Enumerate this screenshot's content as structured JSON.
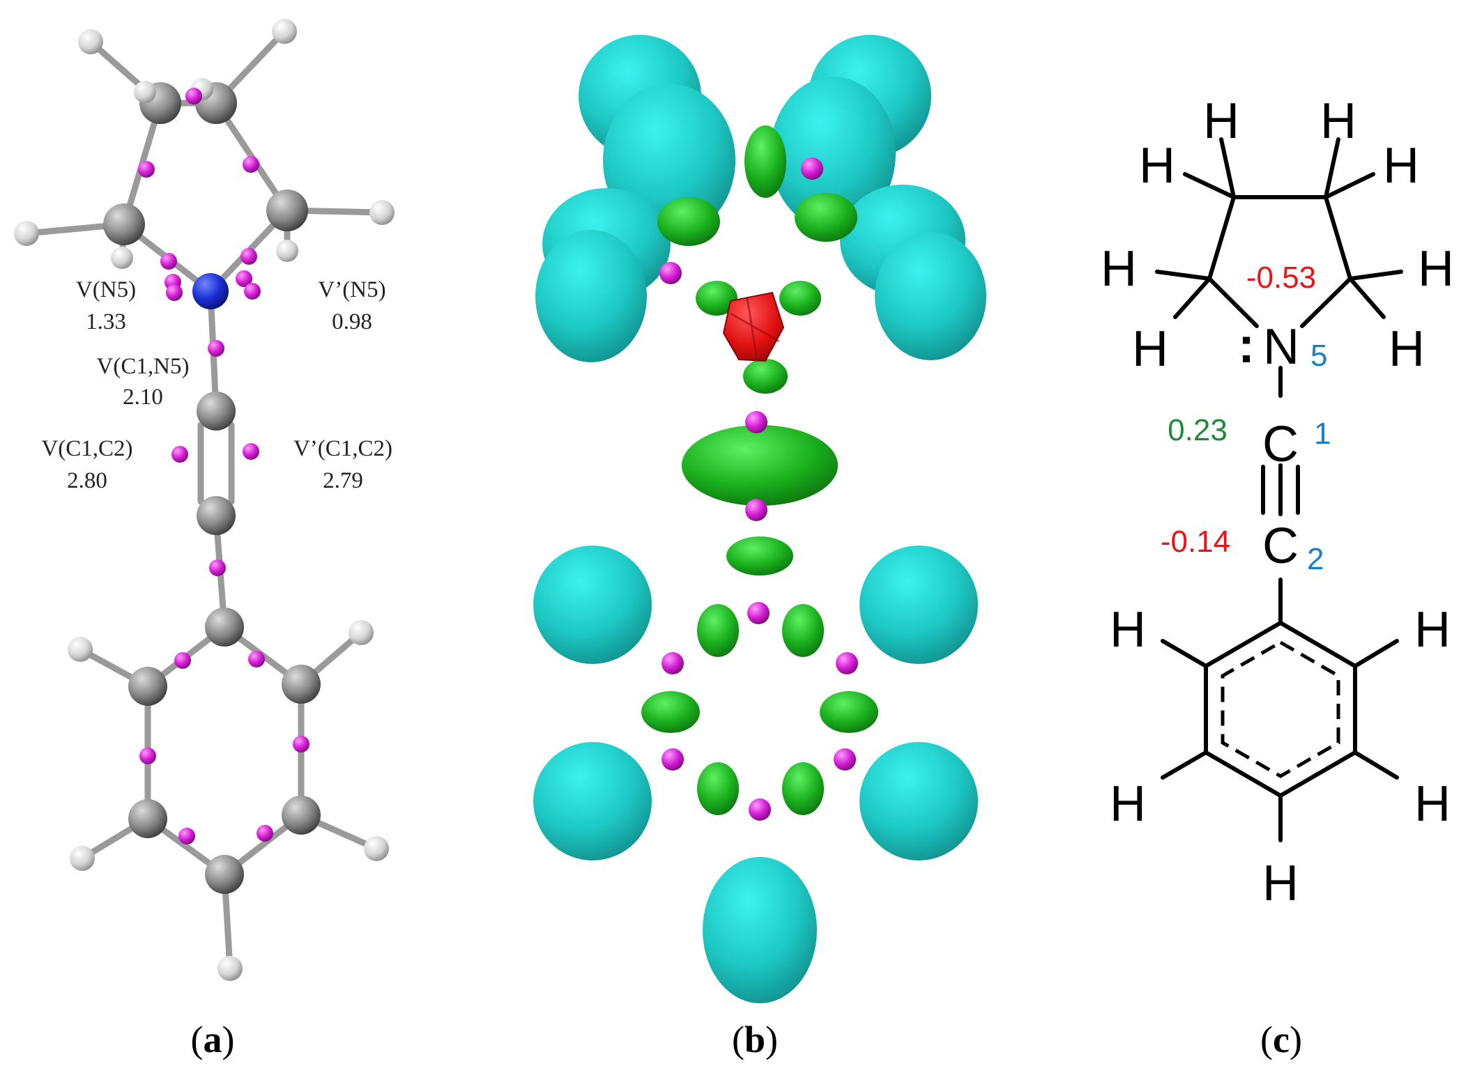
{
  "colors": {
    "carbon": "#8a8a8a",
    "hydrogen": "#e6e6e6",
    "nitrogen": "#1c2fd6",
    "attractor": "#d61fd6",
    "basin_h": "#1ed4cf",
    "basin_bond": "#18b01c",
    "basin_lone_pair": "#e01010",
    "charge_negative": "#e8141a",
    "charge_positive": "#1f8a3a",
    "atom_index": "#1b7fc0"
  },
  "panel_a": {
    "label_prefix": "(",
    "label": "a",
    "label_suffix": ")",
    "annotations": [
      {
        "name": "V(N5)",
        "value": "1.33"
      },
      {
        "name": "V’(N5)",
        "value": "0.98"
      },
      {
        "name": "V(C1,N5)",
        "value": "2.10"
      },
      {
        "name": "V(C1,C2)",
        "value": "2.80"
      },
      {
        "name": "V’(C1,C2)",
        "value": "2.79"
      }
    ]
  },
  "panel_b": {
    "label_prefix": "(",
    "label": "b",
    "label_suffix": ")"
  },
  "panel_c": {
    "label_prefix": "(",
    "label": "c",
    "label_suffix": ")",
    "hydrogen": "H",
    "nitrogen": "N",
    "carbon": "C",
    "lone_pair": ":",
    "atom_indices": {
      "n": "5",
      "c1": "1",
      "c2": "2"
    },
    "charges": {
      "n5": "-0.53",
      "c1": "0.23",
      "c2": "-0.14"
    }
  }
}
